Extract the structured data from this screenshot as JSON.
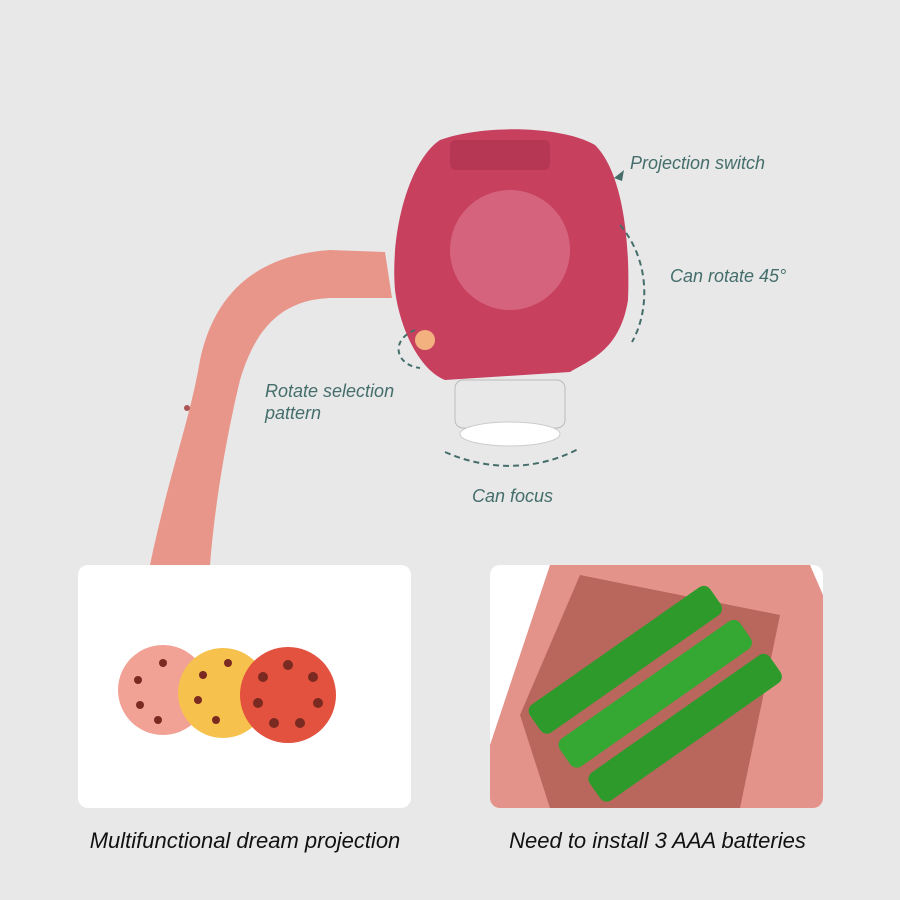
{
  "annotations": {
    "projection_switch": "Projection switch",
    "can_rotate": "Can rotate 45°",
    "rotate_selection": "Rotate selection pattern",
    "can_focus": "Can focus"
  },
  "captions": {
    "left": "Multifunctional dream projection",
    "right": "Need to install 3 AAA batteries"
  },
  "colors": {
    "accent": "#456e6b",
    "head": "#c7405e",
    "neck": "#e9968a",
    "background": "#e8e8e9"
  }
}
